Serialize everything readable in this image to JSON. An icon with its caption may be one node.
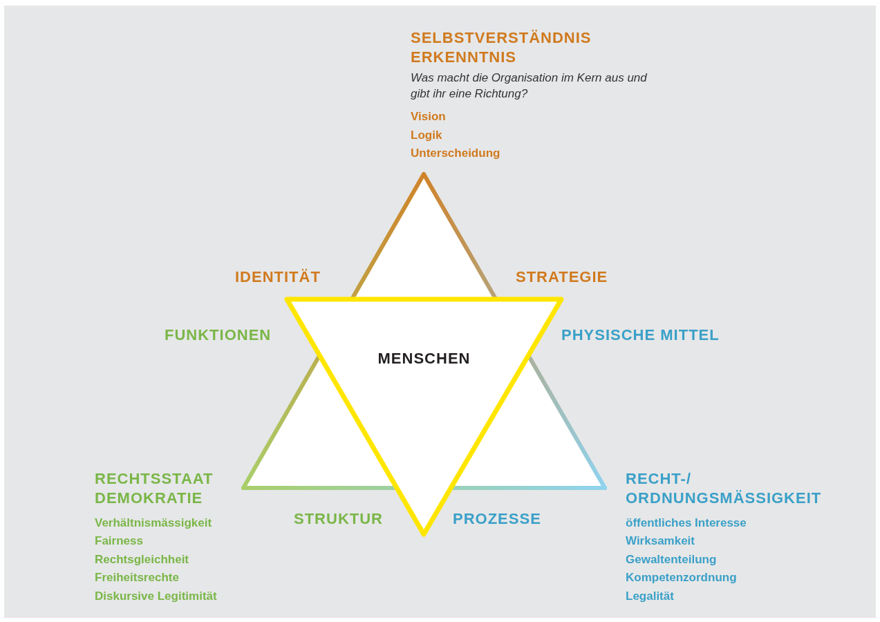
{
  "diagram": {
    "nodes": [
      {
        "text": [],
        "shape": "triangle"
      },
      {
        "text": [
          "MENSCHEN"
        ]
      }
    ],
    "edges": [],
    "labels": [
      "SELBSTVERSTÄNDNIS",
      "ERKENNTNIS",
      "Was macht die Organisation im Kern aus und gibt ihr eine Richtung?",
      "Vision",
      "Logik",
      "Unterscheidung",
      "IDENTITÄT",
      "STRATEGIE",
      "FUNKTIONEN",
      "PHYSISCHE MITTEL",
      "RECHTSSTAAT",
      "DEMOKRATIE",
      "RECHT-/",
      "ORDNUNGSMÄSSIGKEIT",
      "STRUKTUR",
      "PROZESSE",
      "Verhältnismässigkeit",
      "öffentliches Interesse",
      "Fairness",
      "Wirksamkeit",
      "Rechtsgleichheit",
      "Gewaltenteilung",
      "Freiheitsrechte",
      "Kompetenzordnung",
      "Diskursive Legitimität",
      "Legalität"
    ]
  }
}
